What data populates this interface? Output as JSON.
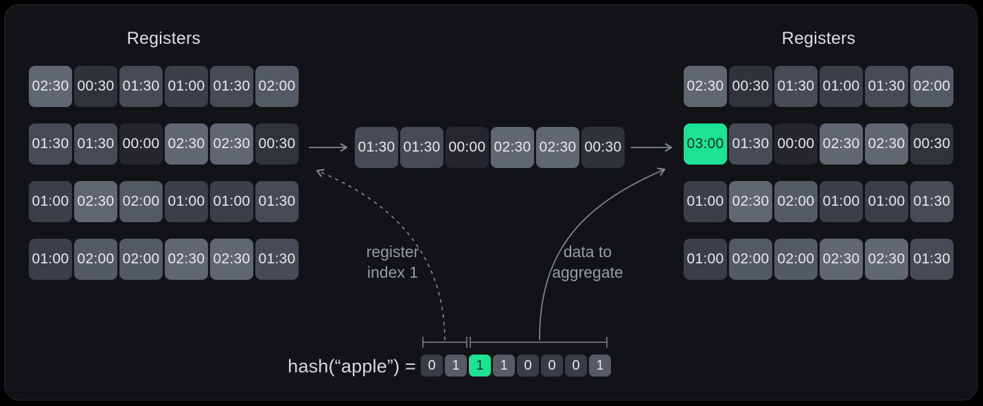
{
  "colors": {
    "page_bg": "#000000",
    "panel_bg": "#121316",
    "panel_border": "#26282b",
    "cell_text": "#e8eaed",
    "title_text": "#dcdee0",
    "annotation_text": "#989da3",
    "arrow": "#85888d",
    "highlight_bg": "#1ce294",
    "highlight_text": "#10301f",
    "value_colors": {
      "00:00": "#25272c",
      "00:30": "#303439",
      "01:00": "#3b3f46",
      "01:30": "#474c54",
      "02:00": "#545a63",
      "02:30": "#606771",
      "03:00": "#1ce294"
    },
    "bit_colors": {
      "0": "#383c43",
      "1": "#565b64"
    }
  },
  "left_registers": {
    "title": "Registers",
    "rows": [
      [
        "02:30",
        "00:30",
        "01:30",
        "01:00",
        "01:30",
        "02:00"
      ],
      [
        "01:30",
        "01:30",
        "00:00",
        "02:30",
        "02:30",
        "00:30"
      ],
      [
        "01:00",
        "02:30",
        "02:00",
        "01:00",
        "01:00",
        "01:30"
      ],
      [
        "01:00",
        "02:00",
        "02:00",
        "02:30",
        "02:30",
        "01:30"
      ]
    ]
  },
  "middle_row": {
    "values": [
      "01:30",
      "01:30",
      "00:00",
      "02:30",
      "02:30",
      "00:30"
    ]
  },
  "right_registers": {
    "title": "Registers",
    "rows": [
      [
        "02:30",
        "00:30",
        "01:30",
        "01:00",
        "01:30",
        "02:00"
      ],
      [
        "03:00",
        "01:30",
        "00:00",
        "02:30",
        "02:30",
        "00:30"
      ],
      [
        "01:00",
        "02:30",
        "02:00",
        "01:00",
        "01:00",
        "01:30"
      ],
      [
        "01:00",
        "02:00",
        "02:00",
        "02:30",
        "02:30",
        "01:30"
      ]
    ],
    "highlight": {
      "row": 1,
      "col": 0
    }
  },
  "hash": {
    "label": "hash(“apple”) =",
    "bits": [
      "0",
      "1",
      "1",
      "1",
      "0",
      "0",
      "0",
      "1"
    ],
    "highlight_index": 2
  },
  "annotations": {
    "register_index": {
      "line1": "register",
      "line2": "index 1"
    },
    "data_to_aggregate": {
      "line1": "data to",
      "line2": "aggregate"
    }
  }
}
